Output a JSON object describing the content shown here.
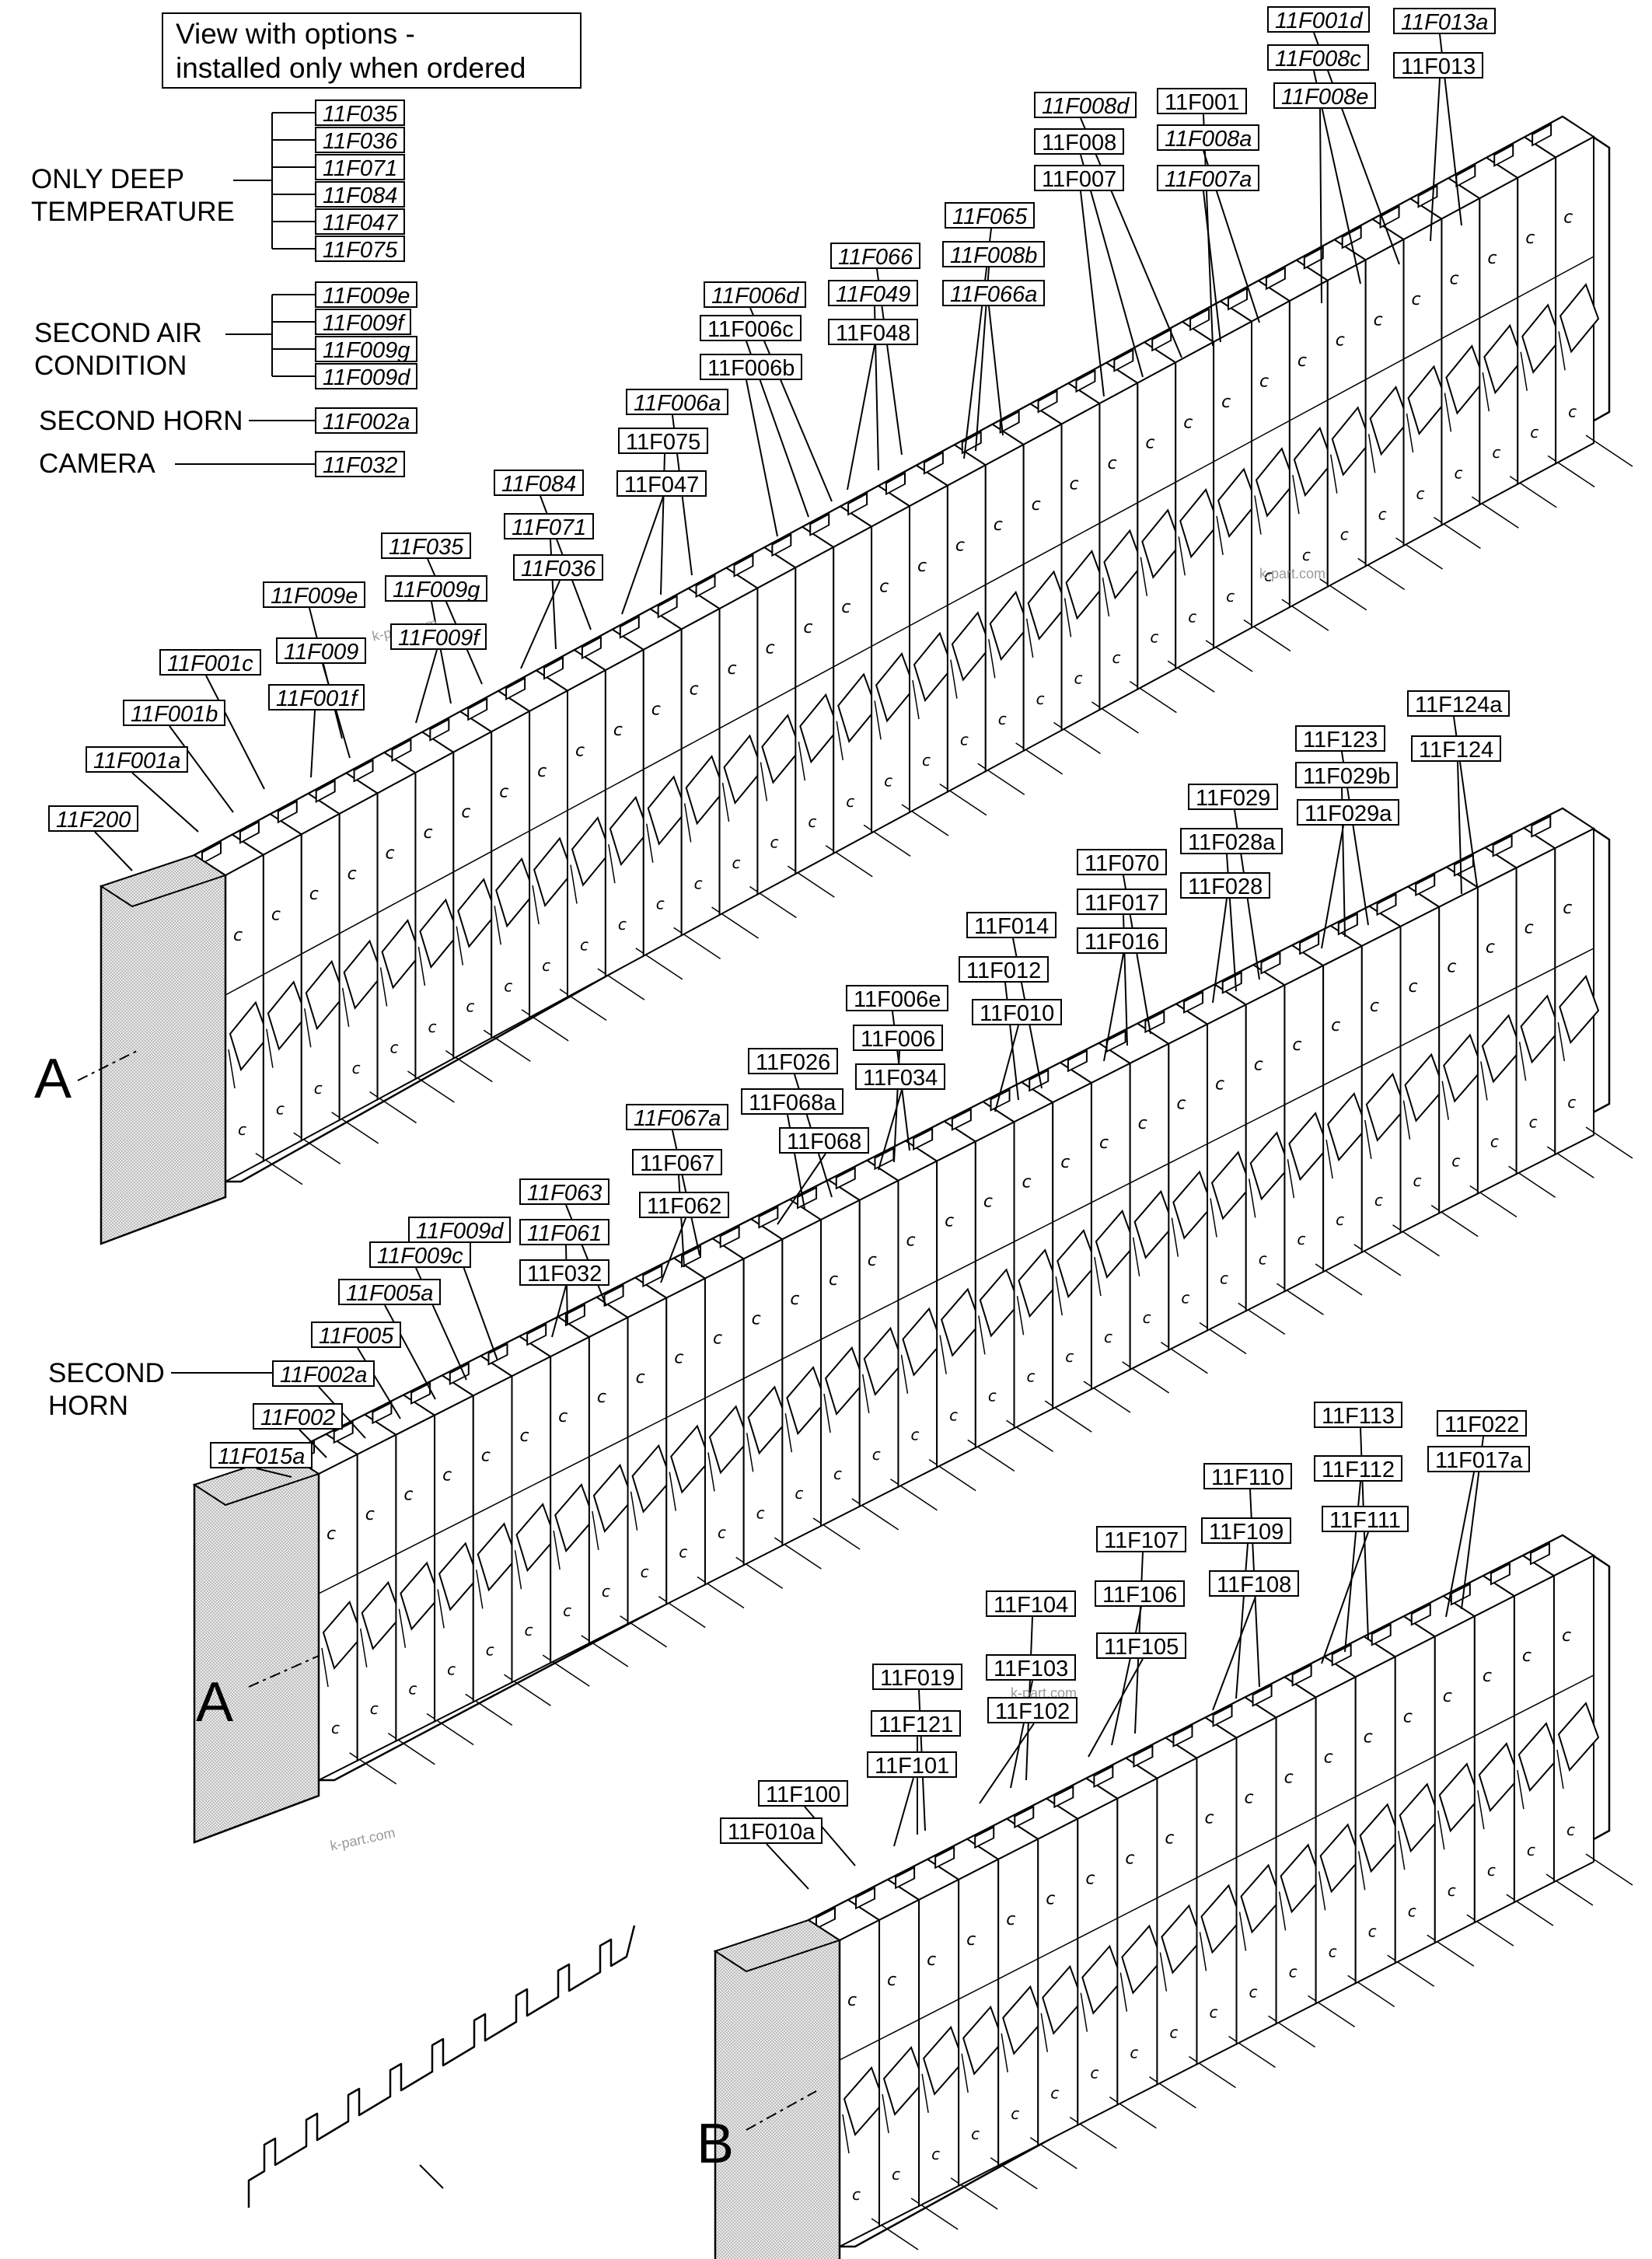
{
  "legend": {
    "line1": "View with options -",
    "line2": "installed only when ordered"
  },
  "option_groups": [
    {
      "name": "ONLY DEEP TEMPERATURE",
      "lines": [
        "ONLY DEEP",
        "TEMPERATURE"
      ],
      "labels": [
        "11F035",
        "11F036",
        "11F071",
        "11F084",
        "11F047",
        "11F075"
      ]
    },
    {
      "name": "SECOND AIR CONDITION",
      "lines": [
        "SECOND AIR",
        "CONDITION"
      ],
      "labels": [
        "11F009e",
        "11F009f",
        "11F009g",
        "11F009d"
      ]
    },
    {
      "name": "SECOND HORN",
      "lines": [
        "SECOND HORN"
      ],
      "labels": [
        "11F002a"
      ]
    },
    {
      "name": "CAMERA",
      "lines": [
        "CAMERA"
      ],
      "labels": [
        "11F032"
      ]
    }
  ],
  "rails": [
    {
      "view": "A",
      "labels": [
        "11F200",
        "11F001a",
        "11F001b",
        "11F001c",
        "11F001f",
        "11F009",
        "11F009e",
        "11F009f",
        "11F009g",
        "11F035",
        "11F036",
        "11F071",
        "11F084",
        "11F047",
        "11F075",
        "11F006a",
        "11F006b",
        "11F006c",
        "11F006d",
        "11F048",
        "11F049",
        "11F066",
        "11F066a",
        "11F008b",
        "11F065",
        "11F007",
        "11F008",
        "11F008d",
        "11F007a",
        "11F008a",
        "11F001",
        "11F008e",
        "11F008c",
        "11F001d",
        "11F013",
        "11F013a"
      ]
    },
    {
      "view": "A",
      "labels": [
        "11F015a",
        "11F002",
        "11F002a",
        "11F005",
        "11F005a",
        "11F009c",
        "11F009d",
        "11F032",
        "11F061",
        "11F063",
        "11F062",
        "11F067",
        "11F067a",
        "11F068",
        "11F068a",
        "11F026",
        "11F034",
        "11F006",
        "11F006e",
        "11F010",
        "11F012",
        "11F014",
        "11F016",
        "11F017",
        "11F070",
        "11F028",
        "11F028a",
        "11F029",
        "11F029a",
        "11F029b",
        "11F123",
        "11F124",
        "11F124a"
      ],
      "side_note": [
        "SECOND",
        "HORN"
      ]
    },
    {
      "view": "B",
      "labels": [
        "11F010a",
        "11F100",
        "11F101",
        "11F121",
        "11F019",
        "11F102",
        "11F103",
        "11F104",
        "11F105",
        "11F106",
        "11F107",
        "11F108",
        "11F109",
        "11F110",
        "11F111",
        "11F112",
        "11F113",
        "11F017a",
        "11F022"
      ]
    }
  ],
  "watermarks": [
    "k-part.com",
    "k-part.com",
    "k-part.com",
    "k-part.com"
  ]
}
